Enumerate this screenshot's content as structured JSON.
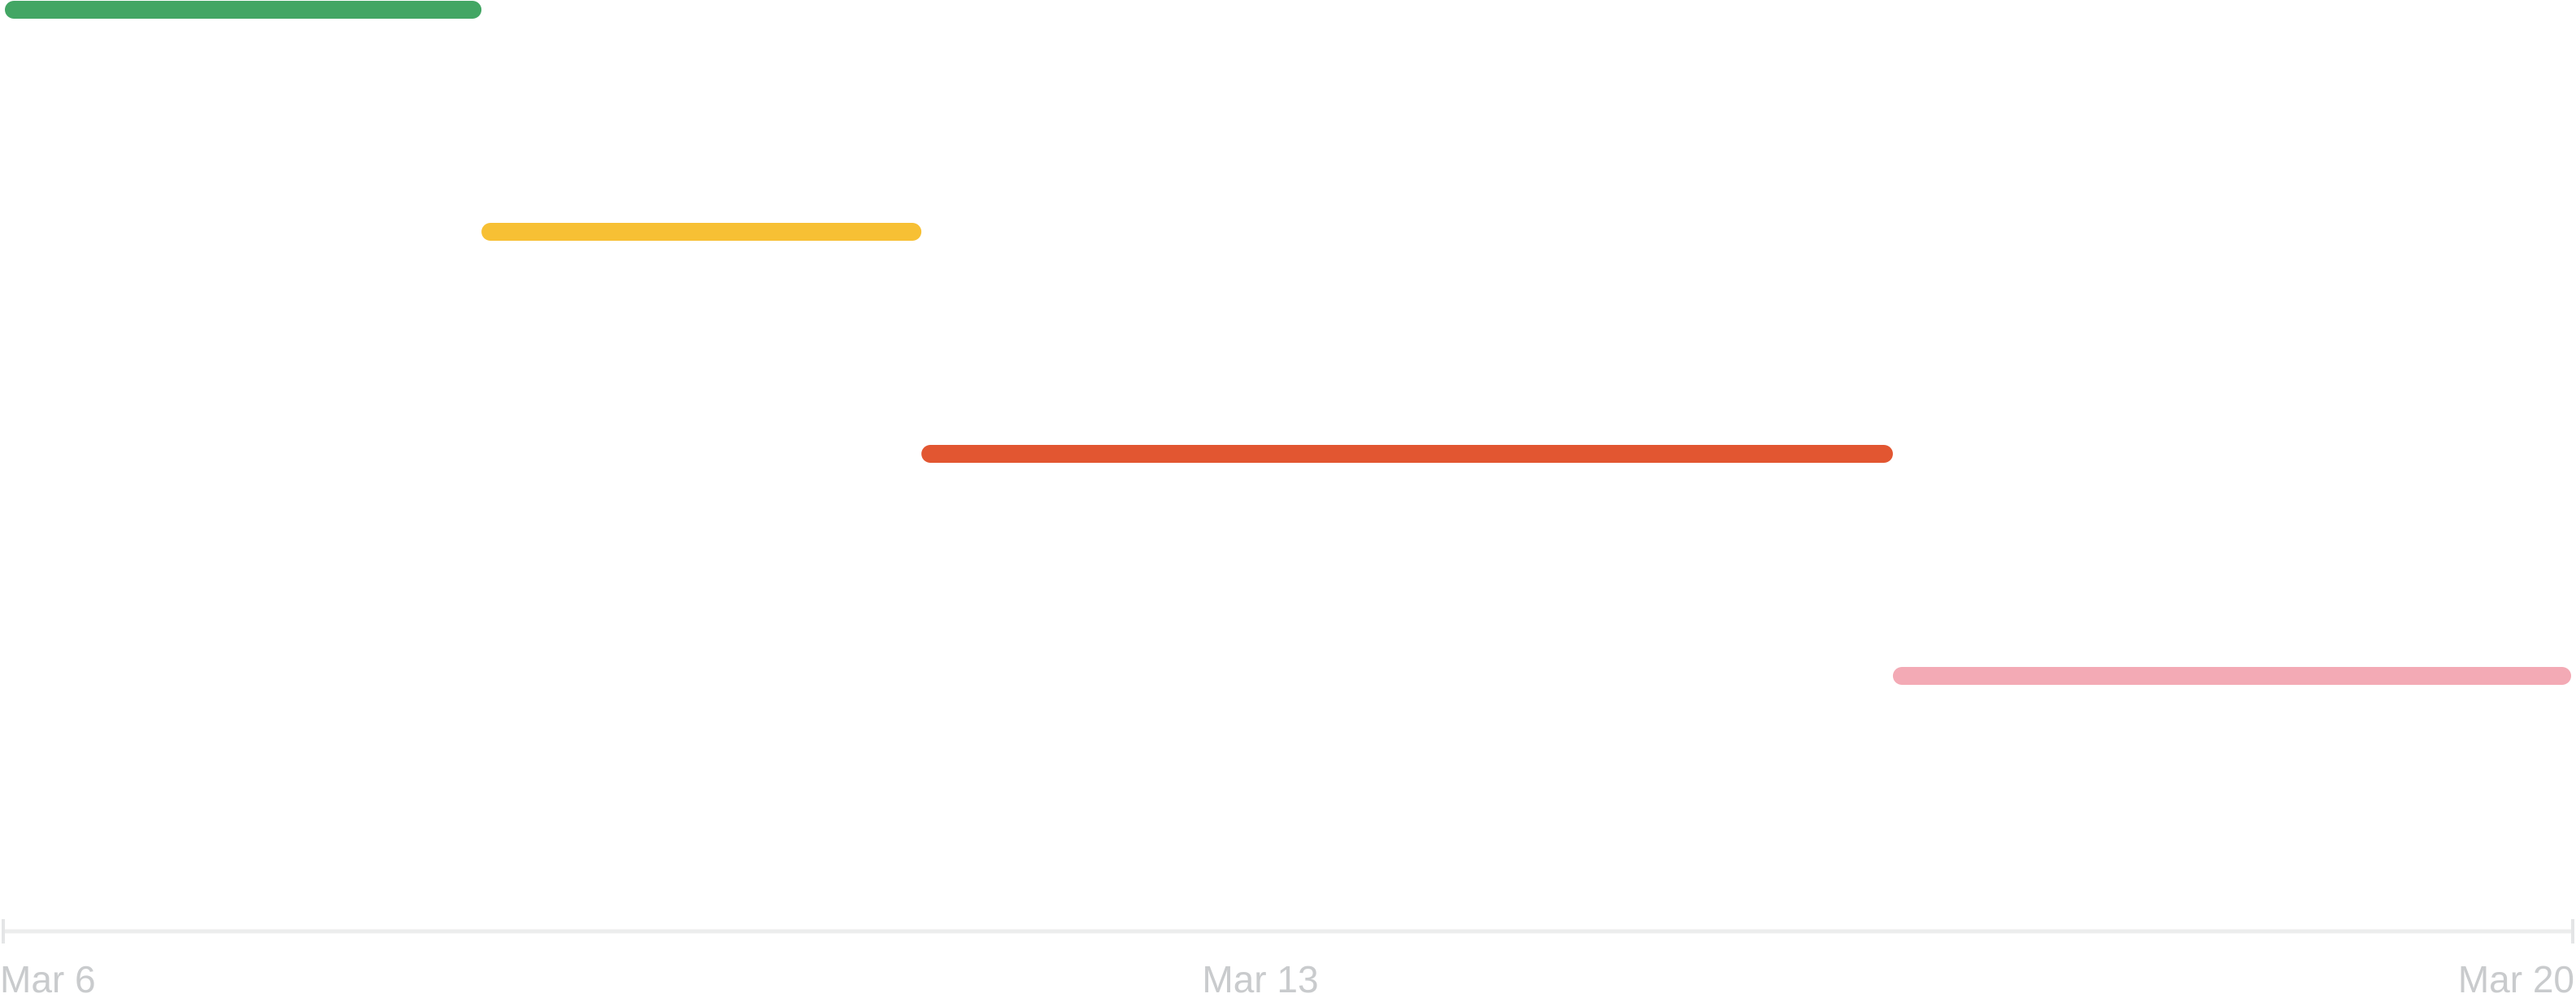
{
  "chart_data": {
    "type": "gantt",
    "x_axis": {
      "start": "2023-03-06",
      "end": "2023-03-20",
      "ticks": [
        "Mar 6",
        "Mar 13",
        "Mar 20"
      ]
    },
    "tasks": [
      {
        "start": "2023-03-06",
        "end": "2023-03-08.6",
        "color": "#43a664",
        "label_lines": [
          "",
          "",
          ""
        ]
      },
      {
        "start": "2023-03-08.6",
        "end": "2023-03-11",
        "color": "#f7c034",
        "label_lines": [
          "",
          ""
        ]
      },
      {
        "start": "2023-03-11",
        "end": "2023-03-16.3",
        "color": "#e25631",
        "label_lines": [
          "",
          ""
        ]
      },
      {
        "start": "2023-03-16.3",
        "end": "2023-03-20",
        "color": "#f3aab5",
        "label_lines": [
          "",
          ""
        ]
      }
    ],
    "grid": false,
    "legend": "none"
  }
}
